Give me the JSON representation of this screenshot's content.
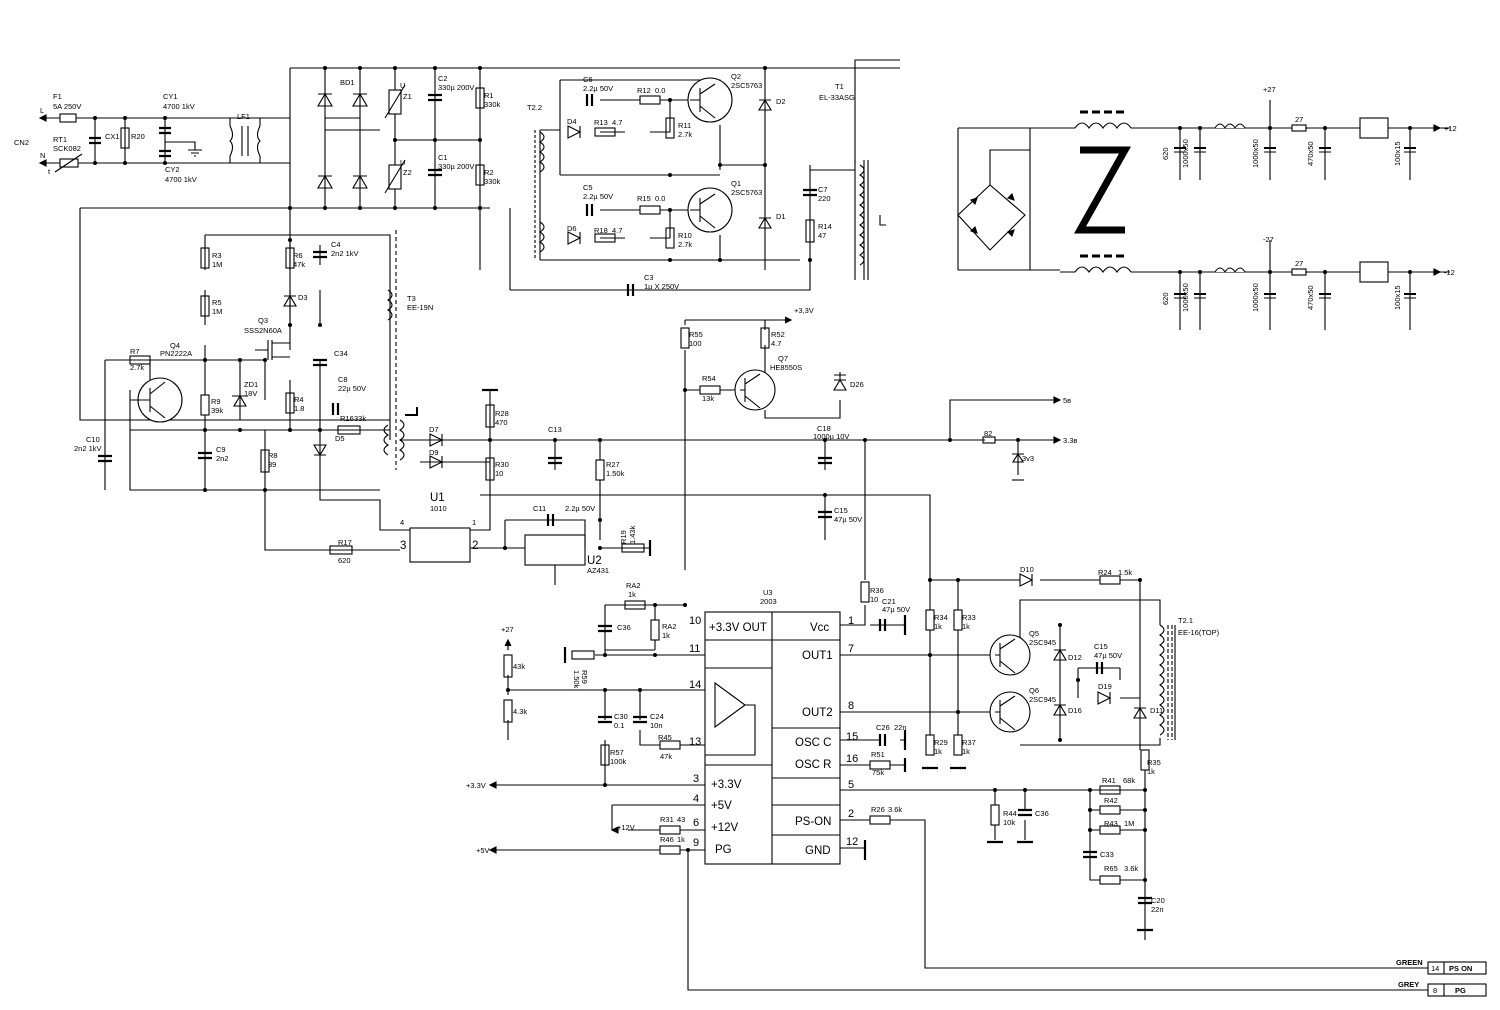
{
  "input": {
    "L": "L",
    "N": "N",
    "CN2": "CN2",
    "F1": "F1",
    "F1_val": "5A 250V",
    "RT1": "RT1",
    "RT1_val": "SCK082",
    "RT1_t": "t",
    "CX1": "CX1",
    "R20": "R20",
    "CY1": "CY1",
    "CY1_val": "4700 1kV",
    "CY2": "CY2",
    "CY2_val": "4700 1kV",
    "LF1": "LF1",
    "BD1": "BD1",
    "Z1": "Z1",
    "Z2": "Z2",
    "U": "U",
    "C2": "C2",
    "C2_val": "330µ 200V",
    "C1": "C1",
    "C1_val": "330µ 200V",
    "R1": "R1",
    "R1_val": "330k",
    "R2": "R2",
    "R2_val": "330k"
  },
  "halfbridge": {
    "T22": "T2.2",
    "C6": "C6",
    "C6_val": "2.2µ 50V",
    "R12": "R12",
    "R12_val": "0.0",
    "D4": "D4",
    "R13": "R13",
    "R13_val": "4.7",
    "R11": "R11",
    "R11_val": "2.7k",
    "Q2": "Q2",
    "Q2_val": "2SC5763",
    "D2": "D2",
    "T1": "T1",
    "T1_val": "EL-33ASG",
    "C5": "C5",
    "C5_val": "2.2µ 50V",
    "R15": "R15",
    "R15_val": "0.0",
    "D6": "D6",
    "R18": "R18",
    "R18_val": "4.7",
    "R10": "R10",
    "R10_val": "2.7k",
    "Q1": "Q1",
    "Q1_val": "2SC5763",
    "D1": "D1",
    "C7": "C7",
    "C7_val": "220",
    "R14": "R14",
    "R14_val": "47",
    "C3": "C3",
    "C3_val": "1µ X 250V"
  },
  "outputs": {
    "p27": "+27",
    "m27": "-27",
    "r27a": "27",
    "r27b": "27",
    "p12": "+12",
    "m12": "-12",
    "c620a": "620",
    "c1000a": "1000x50",
    "c1000b": "1000x50",
    "c470a": "470x50",
    "c100a": "100x15",
    "c620b": "620",
    "c1000c": "1000x50",
    "c1000d": "1000x50",
    "c470b": "470x50",
    "c100b": "100x15"
  },
  "standby": {
    "R3": "R3",
    "R3_val": "1M",
    "R5": "R5",
    "R5_val": "1M",
    "R6": "R6",
    "R6_val": "47k",
    "C4": "C4",
    "C4_val": "2n2 1kV",
    "D3": "D3",
    "T3": "T3",
    "T3_val": "EE-19N",
    "Q3": "Q3",
    "Q3_val": "SSS2N60A",
    "C34": "C34",
    "R7": "R7",
    "R7_val": "2.7k",
    "Q4": "Q4",
    "Q4_val": "PN2222A",
    "R9": "R9",
    "R9_val": "39k",
    "ZD1": "ZD1",
    "ZD1_val": "18V",
    "R4": "R4",
    "R4_val": "1.8",
    "C8": "C8",
    "C8_val": "22µ 50V",
    "R16": "R16",
    "R16_val": "33k",
    "C10": "C10",
    "C10_val": "2n2 1kV",
    "C9": "C9",
    "C9_val": "2n2",
    "R8": "R8",
    "R8_val": "39",
    "D5": "D5",
    "R17": "R17",
    "R17_val": "620",
    "U1": "U1",
    "U1_val": "1010",
    "U1p4": "4",
    "U1p1": "1",
    "U1p3": "3",
    "U1p2": "2"
  },
  "secondary": {
    "D7": "D7",
    "D9": "D9",
    "R28": "R28",
    "R28_val": "470",
    "R30": "R30",
    "R30_val": "10",
    "C13": "C13",
    "R27": "R27",
    "R27_val": "1.50k",
    "C11": "C11",
    "C11_val": "2.2µ 50V",
    "R19": "R19",
    "R19_val": "1.43k",
    "U2": "U2",
    "U2_val": "AZ431",
    "C18": "C18",
    "C18_val": "1000µ 10V",
    "C15a": "C15",
    "C15a_val": "47µ 50V",
    "R55": "R55",
    "R55_val": "100",
    "R52": "R52",
    "R52_val": "4.7",
    "p33v": "+3,3V",
    "R54": "R54",
    "R54_val": "13k",
    "Q7": "Q7",
    "Q7_val": "HE8550S",
    "D26": "D26",
    "out5": "5в",
    "out33": "3.3в",
    "r82": "82",
    "z3v3": "3v3"
  },
  "u3": {
    "name": "U3",
    "val": "2003",
    "pin10": "10",
    "pin11": "11",
    "pin14": "14",
    "pin13": "13",
    "pin3": "3",
    "pin4": "4",
    "pin6": "6",
    "pin9": "9",
    "pin1": "1",
    "pin7": "7",
    "pin8": "8",
    "pin15": "15",
    "pin16": "16",
    "pin5": "5",
    "pin2": "2",
    "pin12": "12",
    "l_33out": "+3.3V OUT",
    "l_vcc": "Vcc",
    "l_out1": "OUT1",
    "l_out2": "OUT2",
    "l_oscc": "OSC C",
    "l_oscr": "OSC R",
    "l_33": "+3.3V",
    "l_5": "+5V",
    "l_12": "+12V",
    "l_pg": "PG",
    "l_pson": "PS-ON",
    "l_gnd": "GND"
  },
  "supervisor": {
    "RA2a": "RA2",
    "RA2a_val": "1k",
    "RA2b": "RA2",
    "RA2b_val": "1k",
    "C36a": "C36",
    "R59": "R59",
    "R59_val": "1.50k",
    "p27": "+27",
    "r43k": "43k",
    "r43k2": "4.3k",
    "C30": "C30",
    "C30_val": "0.1",
    "C24": "C24",
    "C24_val": "10n",
    "R45": "R45",
    "R45_val": "47k",
    "R57": "R57",
    "R57_val": "100k",
    "p33": "+3.3V",
    "p12": "+12V",
    "p5": "+5V",
    "R31": "R31",
    "R31_val": "43",
    "R46": "R46",
    "R46_val": "1k",
    "R36": "R36",
    "R36_val": "10",
    "C21": "C21",
    "C21_val": "47µ 50V",
    "C26": "C26",
    "C26_val": "22n",
    "R51": "R51",
    "R51_val": "75k",
    "R26": "R26",
    "R26_val": "3.6k"
  },
  "driver": {
    "D10": "D10",
    "R24": "R24",
    "R24_val": "1.5k",
    "R34": "R34",
    "R34_val": "1k",
    "R33": "R33",
    "R33_val": "1k",
    "Q5": "Q5",
    "Q5_val": "2SC945",
    "Q6": "Q6",
    "Q6_val": "2SC945",
    "D12": "D12",
    "D16": "D16",
    "D19": "D19",
    "D11": "D11",
    "C15": "C15",
    "C15_val": "47µ 50V",
    "T21": "T2.1",
    "T21_val": "EE-16(TOP)",
    "R29": "R29",
    "R29_val": "1k",
    "R37": "R37",
    "R37_val": "1k",
    "R35": "R35",
    "R35_val": "1k",
    "R41": "R41",
    "R41_val": "68k",
    "R42": "R42",
    "R43": "R43",
    "R43_val": "1M",
    "C33": "C33",
    "R65": "R65",
    "R65_val": "3.6k",
    "C20": "C20",
    "C20_val": "22n",
    "R44": "R44",
    "R44_val": "10k",
    "C36b": "C36"
  },
  "connector": {
    "green": "GREEN",
    "grey": "GREY",
    "pin14": "14",
    "ps_on": "PS ON",
    "pin8": "8",
    "pg": "PG"
  }
}
